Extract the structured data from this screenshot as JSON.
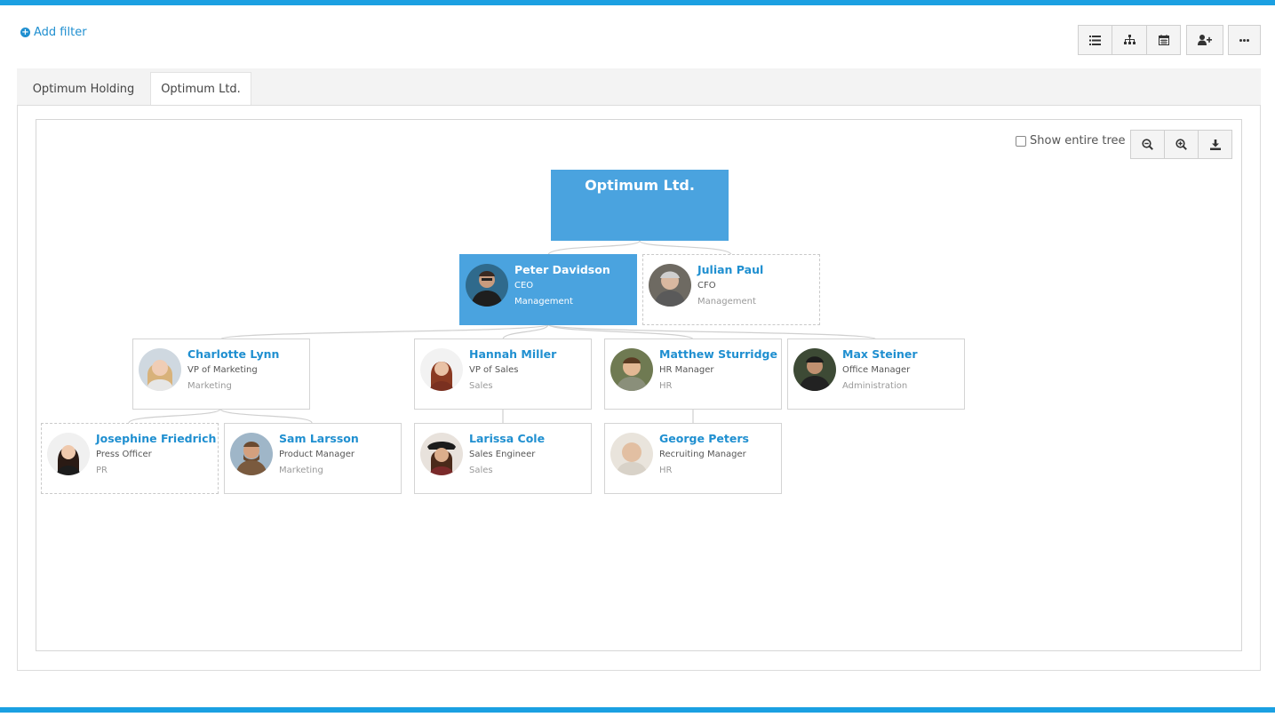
{
  "toolbar": {
    "add_filter_label": "Add filter",
    "view_icons": [
      "list-icon",
      "org-chart-icon",
      "calendar-icon"
    ],
    "add_person_icon": "user-plus-icon",
    "more_icon": "more-icon"
  },
  "tabs": [
    {
      "label": "Optimum Holding",
      "active": false
    },
    {
      "label": "Optimum Ltd.",
      "active": true
    }
  ],
  "chart_controls": {
    "show_entire_tree_label": "Show entire tree",
    "show_entire_tree_checked": false,
    "zoom_out_icon": "zoom-out-icon",
    "zoom_in_icon": "zoom-in-icon",
    "download_icon": "download-icon"
  },
  "org": {
    "root": "Optimum Ltd.",
    "people": [
      {
        "name": "Peter Davidson",
        "title": "CEO",
        "dept": "Management"
      },
      {
        "name": "Julian Paul",
        "title": "CFO",
        "dept": "Management"
      },
      {
        "name": "Charlotte Lynn",
        "title": "VP of Marketing",
        "dept": "Marketing"
      },
      {
        "name": "Hannah Miller",
        "title": "VP of Sales",
        "dept": "Sales"
      },
      {
        "name": "Matthew Sturridge",
        "title": "HR Manager",
        "dept": "HR"
      },
      {
        "name": "Max Steiner",
        "title": "Office Manager",
        "dept": "Administration"
      },
      {
        "name": "Josephine Friedrich",
        "title": "Press Officer",
        "dept": "PR"
      },
      {
        "name": "Sam Larsson",
        "title": "Product Manager",
        "dept": "Marketing"
      },
      {
        "name": "Larissa Cole",
        "title": "Sales Engineer",
        "dept": "Sales"
      },
      {
        "name": "George Peters",
        "title": "Recruiting Manager",
        "dept": "HR"
      }
    ]
  },
  "colors": {
    "accent": "#1ba0e2",
    "node_selected": "#4aa3df",
    "link": "#1f8fd0"
  }
}
